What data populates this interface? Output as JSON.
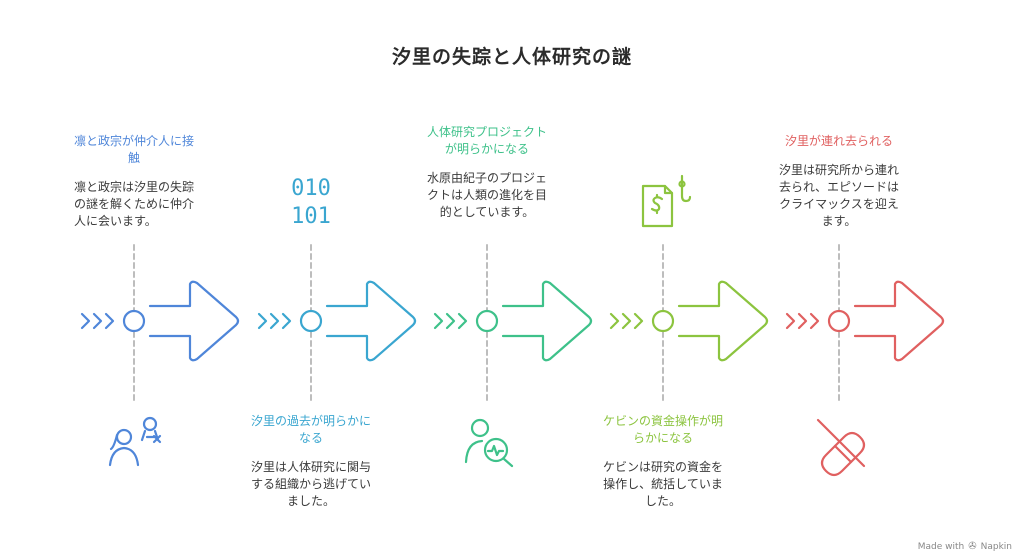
{
  "title": "汐里の失踪と人体研究の謎",
  "steps": [
    {
      "heading": "凛と政宗が仲介人に接触",
      "body": "凛と政宗は汐里の失踪の謎を解くために仲介人に会います。",
      "color": "#4f86d9",
      "icon": "people-icon",
      "text_position": "top"
    },
    {
      "heading": "汐里の過去が明らかになる",
      "body": "汐里は人体研究に関与する組織から逃げていました。",
      "color": "#3aa6d0",
      "icon": "binary-code-icon",
      "binary_top": "010",
      "binary_bottom": "101",
      "text_position": "bottom"
    },
    {
      "heading": "人体研究プロジェクトが明らかになる",
      "body": "水原由紀子のプロジェクトは人類の進化を目的としています。",
      "color": "#3ec18a",
      "icon": "person-analysis-icon",
      "text_position": "top"
    },
    {
      "heading": "ケビンの資金操作が明らかになる",
      "body": "ケビンは研究の資金を操作し、統括していました。",
      "color": "#8cc43f",
      "icon": "financial-document-icon",
      "text_position": "bottom"
    },
    {
      "heading": "汐里が連れ去られる",
      "body": "汐里は研究所から連れ去られ、エピソードはクライマックスを迎えます。",
      "color": "#e06060",
      "icon": "no-medicine-icon",
      "text_position": "top"
    }
  ],
  "footer": {
    "made_with": "Made with",
    "brand": "Napkin"
  }
}
